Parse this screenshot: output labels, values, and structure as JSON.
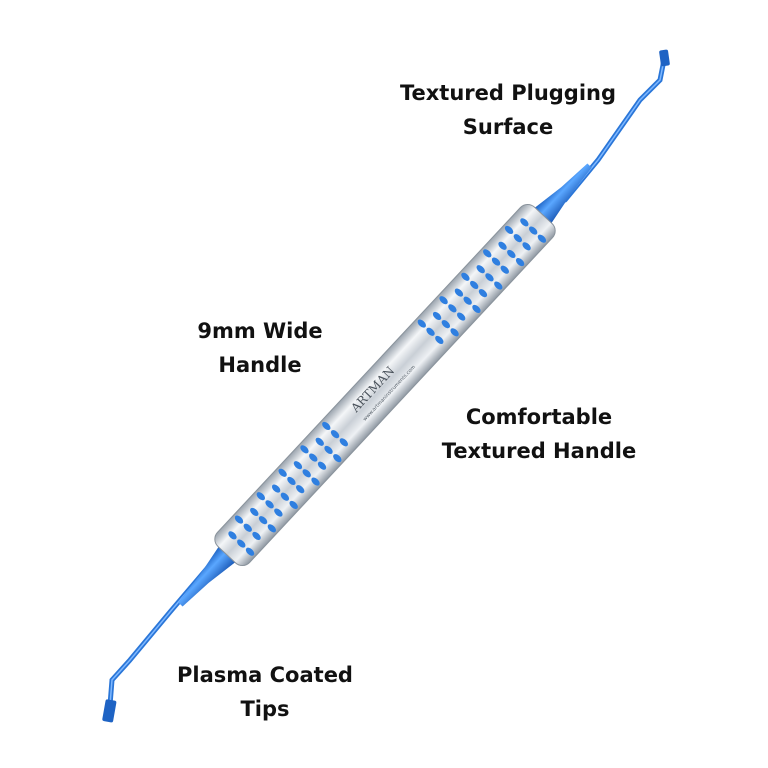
{
  "labels": {
    "plugging": {
      "line1": "Textured Plugging",
      "line2": "Surface"
    },
    "wide": {
      "line1": "9mm Wide",
      "line2": "Handle"
    },
    "comfort": {
      "line1": "Comfortable",
      "line2": "Textured Handle"
    },
    "tips": {
      "line1": "Plasma Coated",
      "line2": "Tips"
    }
  },
  "handle": {
    "brand": "ARTMAN",
    "website": "www.artmaninstruments.com"
  },
  "colors": {
    "plasma_blue": "#2f7fe0",
    "steel": "#d8dde3",
    "text": "#111111",
    "background": "#ffffff"
  }
}
